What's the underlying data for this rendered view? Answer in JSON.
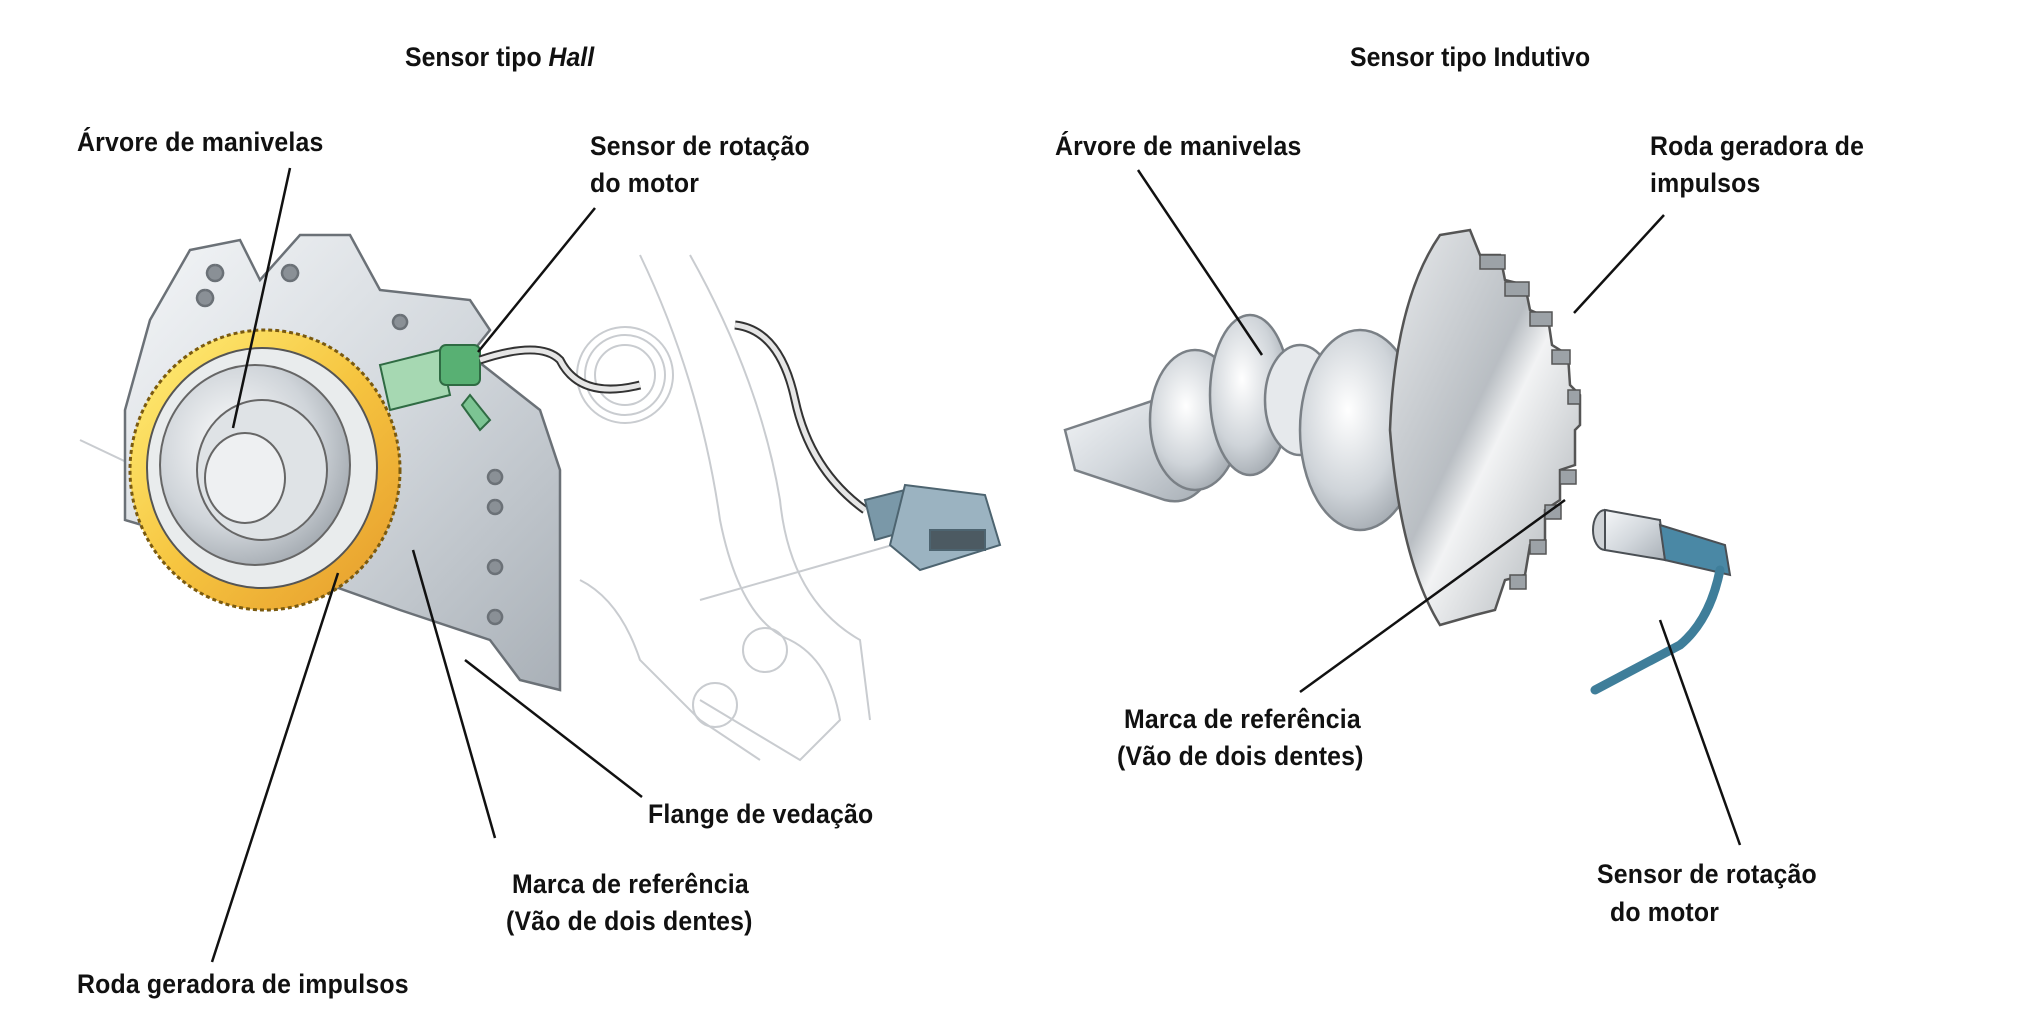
{
  "hall": {
    "title_prefix": "Sensor tipo ",
    "title_emph": "Hall",
    "labels": {
      "crankshaft": "Árvore de manivelas",
      "rpm_sensor_line1": "Sensor de rotação",
      "rpm_sensor_line2": "do motor",
      "seal_flange": "Flange de vedação",
      "ref_mark_line1": "Marca de referência",
      "ref_mark_line2": "(Vão de dois dentes)",
      "pulse_wheel": "Roda geradora de impulsos"
    }
  },
  "inductive": {
    "title": "Sensor tipo Indutivo",
    "labels": {
      "crankshaft": "Árvore de manivelas",
      "pulse_wheel_line1": "Roda geradora de",
      "pulse_wheel_line2": "impulsos",
      "ref_mark_line1": "Marca de referência",
      "ref_mark_line2": "(Vão de dois dentes)",
      "rpm_sensor_line1": "Sensor de rotação",
      "rpm_sensor_line2": "do motor"
    }
  },
  "colors": {
    "metal": "#d9dde2",
    "metal_dark": "#9aa1a8",
    "gear_ring": "#f3c94a",
    "hall_sensor": "#5fb37a",
    "connector": "#8fa9b8",
    "inductive_cable": "#3f7e9a",
    "leader_line": "#111111"
  }
}
